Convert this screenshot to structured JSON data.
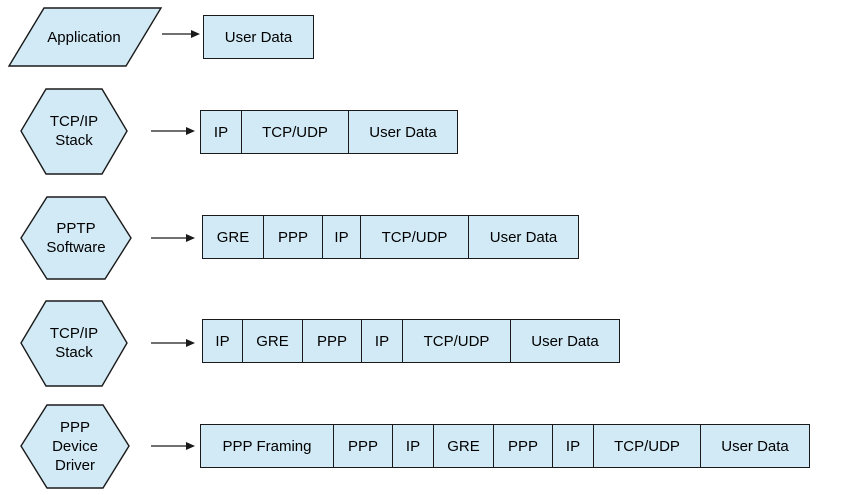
{
  "title": "PPTP packet encapsulation diagram",
  "colors": {
    "shape_fill": "#D2EAF6",
    "border": "#1a1a1a",
    "background": "#ffffff"
  },
  "diagram": {
    "rows": [
      {
        "source": {
          "shape": "parallelogram",
          "lines": [
            "Application"
          ]
        },
        "packet": [
          "User Data"
        ]
      },
      {
        "source": {
          "shape": "hexagon",
          "lines": [
            "TCP/IP",
            "Stack"
          ]
        },
        "packet": [
          "IP",
          "TCP/UDP",
          "User Data"
        ]
      },
      {
        "source": {
          "shape": "hexagon",
          "lines": [
            "PPTP",
            "Software"
          ]
        },
        "packet": [
          "GRE",
          "PPP",
          "IP",
          "TCP/UDP",
          "User Data"
        ]
      },
      {
        "source": {
          "shape": "hexagon",
          "lines": [
            "TCP/IP",
            "Stack"
          ]
        },
        "packet": [
          "IP",
          "GRE",
          "PPP",
          "IP",
          "TCP/UDP",
          "User Data"
        ]
      },
      {
        "source": {
          "shape": "hexagon",
          "lines": [
            "PPP",
            "Device",
            "Driver"
          ]
        },
        "packet": [
          "PPP Framing",
          "PPP",
          "IP",
          "GRE",
          "PPP",
          "IP",
          "TCP/UDP",
          "User Data"
        ]
      }
    ]
  }
}
